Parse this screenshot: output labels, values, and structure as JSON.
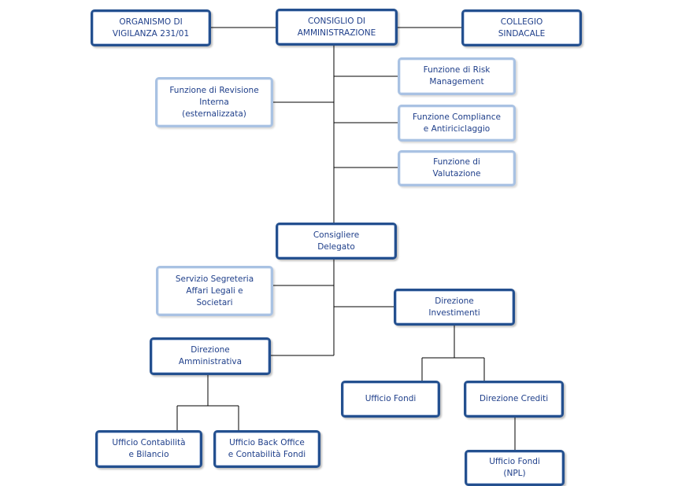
{
  "nodes": {
    "odv": {
      "line1": "ORGANISMO DI",
      "line2": "VIGILANZA 231/01"
    },
    "cda": {
      "line1": "CONSIGLIO DI",
      "line2": "AMMINISTRAZIONE"
    },
    "collegio": {
      "line1": "COLLEGIO",
      "line2": "SINDACALE"
    },
    "risk": {
      "line1": "Funzione di Risk",
      "line2": "Management"
    },
    "revisione": {
      "line1": "Funzione di Revisione",
      "line2": "Interna",
      "line3": "(esternalizzata)"
    },
    "compliance": {
      "line1": "Funzione Compliance",
      "line2": "e Antiriciclaggio"
    },
    "valutazione": {
      "line1": "Funzione di",
      "line2": "Valutazione"
    },
    "ad": {
      "line1": "Consigliere",
      "line2": "Delegato"
    },
    "segreteria": {
      "line1": "Servizio Segreteria",
      "line2": "Affari Legali e",
      "line3": "Societari"
    },
    "investimenti": {
      "line1": "Direzione",
      "line2": "Investimenti"
    },
    "amministrativa": {
      "line1": "Direzione",
      "line2": "Amministrativa"
    },
    "ufficio_fondi": {
      "line1": "Ufficio Fondi"
    },
    "crediti": {
      "line1": "Direzione Crediti"
    },
    "contabilita": {
      "line1": "Ufficio Contabilità",
      "line2": "e Bilancio"
    },
    "back_office": {
      "line1": "Ufficio Back Office",
      "line2": "e Contabilità Fondi"
    },
    "fondi_npl": {
      "line1": "Ufficio Fondi",
      "line2": "(NPL)"
    }
  },
  "colors": {
    "text": "#1f3f8a",
    "border_dark": "#24508f",
    "border_light": "#a9c2e3",
    "connector": "#000000"
  }
}
